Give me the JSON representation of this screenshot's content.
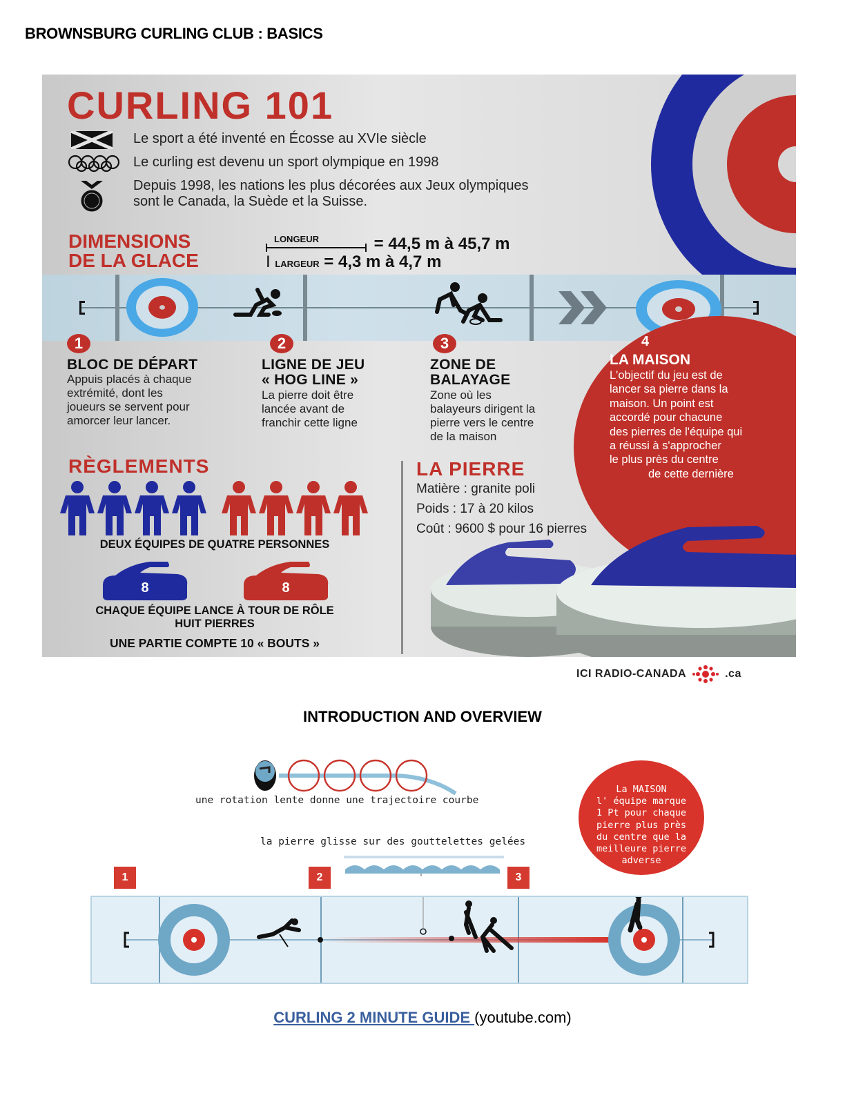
{
  "document": {
    "title": "BROWNSBURG CURLING CLUB : BASICS",
    "section_title": "INTRODUCTION AND OVERVIEW",
    "link": {
      "label": "CURLING 2 MINUTE GUIDE ",
      "source": "(youtube.com)",
      "color": "#3a5f9e"
    }
  },
  "infographic1": {
    "title": "CURLING 101",
    "facts": [
      {
        "icon": "scotland-flag-icon",
        "text": "Le sport a été inventé en Écosse au XVIe siècle"
      },
      {
        "icon": "olympic-rings-icon",
        "text": "Le curling est devenu un sport olympique en 1998"
      },
      {
        "icon": "medal-icon",
        "text_line1": "Depuis 1998, les nations les plus décorées aux Jeux olympiques",
        "text_line2": "sont le Canada, la Suède et la Suisse."
      }
    ],
    "dimensions": {
      "title_line1": "DIMENSIONS",
      "title_line2": "DE LA GLACE",
      "length_label": "LONGEUR",
      "length_value": "= 44,5 m à 45,7 m",
      "width_label": "LARGEUR",
      "width_value": "= 4,3 m à 4,7 m"
    },
    "zones": [
      {
        "number": "1",
        "title": "BLOC DE DÉPART",
        "lines": [
          "Appuis placés à chaque",
          "extrémité, dont les",
          "joueurs se servent pour",
          "amorcer leur lancer."
        ]
      },
      {
        "number": "2",
        "title_line1": "LIGNE DE JEU",
        "title_line2": "« HOG LINE »",
        "lines": [
          "La pierre doit être",
          "lancée avant de",
          "franchir cette ligne"
        ]
      },
      {
        "number": "3",
        "title_line1": "ZONE DE",
        "title_line2": "BALAYAGE",
        "lines": [
          "Zone où les",
          "balayeurs dirigent la",
          "pierre vers le centre",
          "de la maison"
        ]
      },
      {
        "number": "4",
        "title": "LA MAISON",
        "lines": [
          "L'objectif du jeu est de",
          "lancer sa pierre dans la",
          "maison. Un point est",
          "accordé pour chacune",
          "des pierres de l'équipe qui",
          "a réussi à s'approcher",
          "le plus près du centre",
          "de cette dernière"
        ]
      }
    ],
    "rules": {
      "title": "RÈGLEMENTS",
      "teams_caption": "DEUX ÉQUIPES DE QUATRE PERSONNES",
      "stones_blue": "8",
      "stones_red": "8",
      "throw_caption_line1": "CHAQUE ÉQUIPE LANCE À TOUR DE RÔLE",
      "throw_caption_line2": "HUIT PIERRES",
      "ends_caption": "UNE PARTIE COMPTE 10 « BOUTS »"
    },
    "stone": {
      "title": "LA PIERRE",
      "material": "Matière : granite poli",
      "weight": "Poids : 17 à 20 kilos",
      "cost": "Coût : 9600 $ pour 16 pierres"
    },
    "credit": {
      "text": "ICI RADIO-CANADA",
      "suffix": ".ca"
    },
    "colors": {
      "red": "#c0302a",
      "blue": "#1f2a9e",
      "light_blue": "#4aa8e6"
    }
  },
  "infographic2": {
    "rotation_caption": "une rotation lente donne une trajectoire courbe",
    "glide_caption": "la pierre glisse sur des gouttelettes gelées",
    "house_lines": [
      "La MAISON",
      "l' équipe marque",
      "1 Pt pour chaque",
      "pierre plus près",
      "du centre que la",
      "meilleure pierre",
      "adverse"
    ],
    "markers": [
      "1",
      "2",
      "3"
    ]
  }
}
